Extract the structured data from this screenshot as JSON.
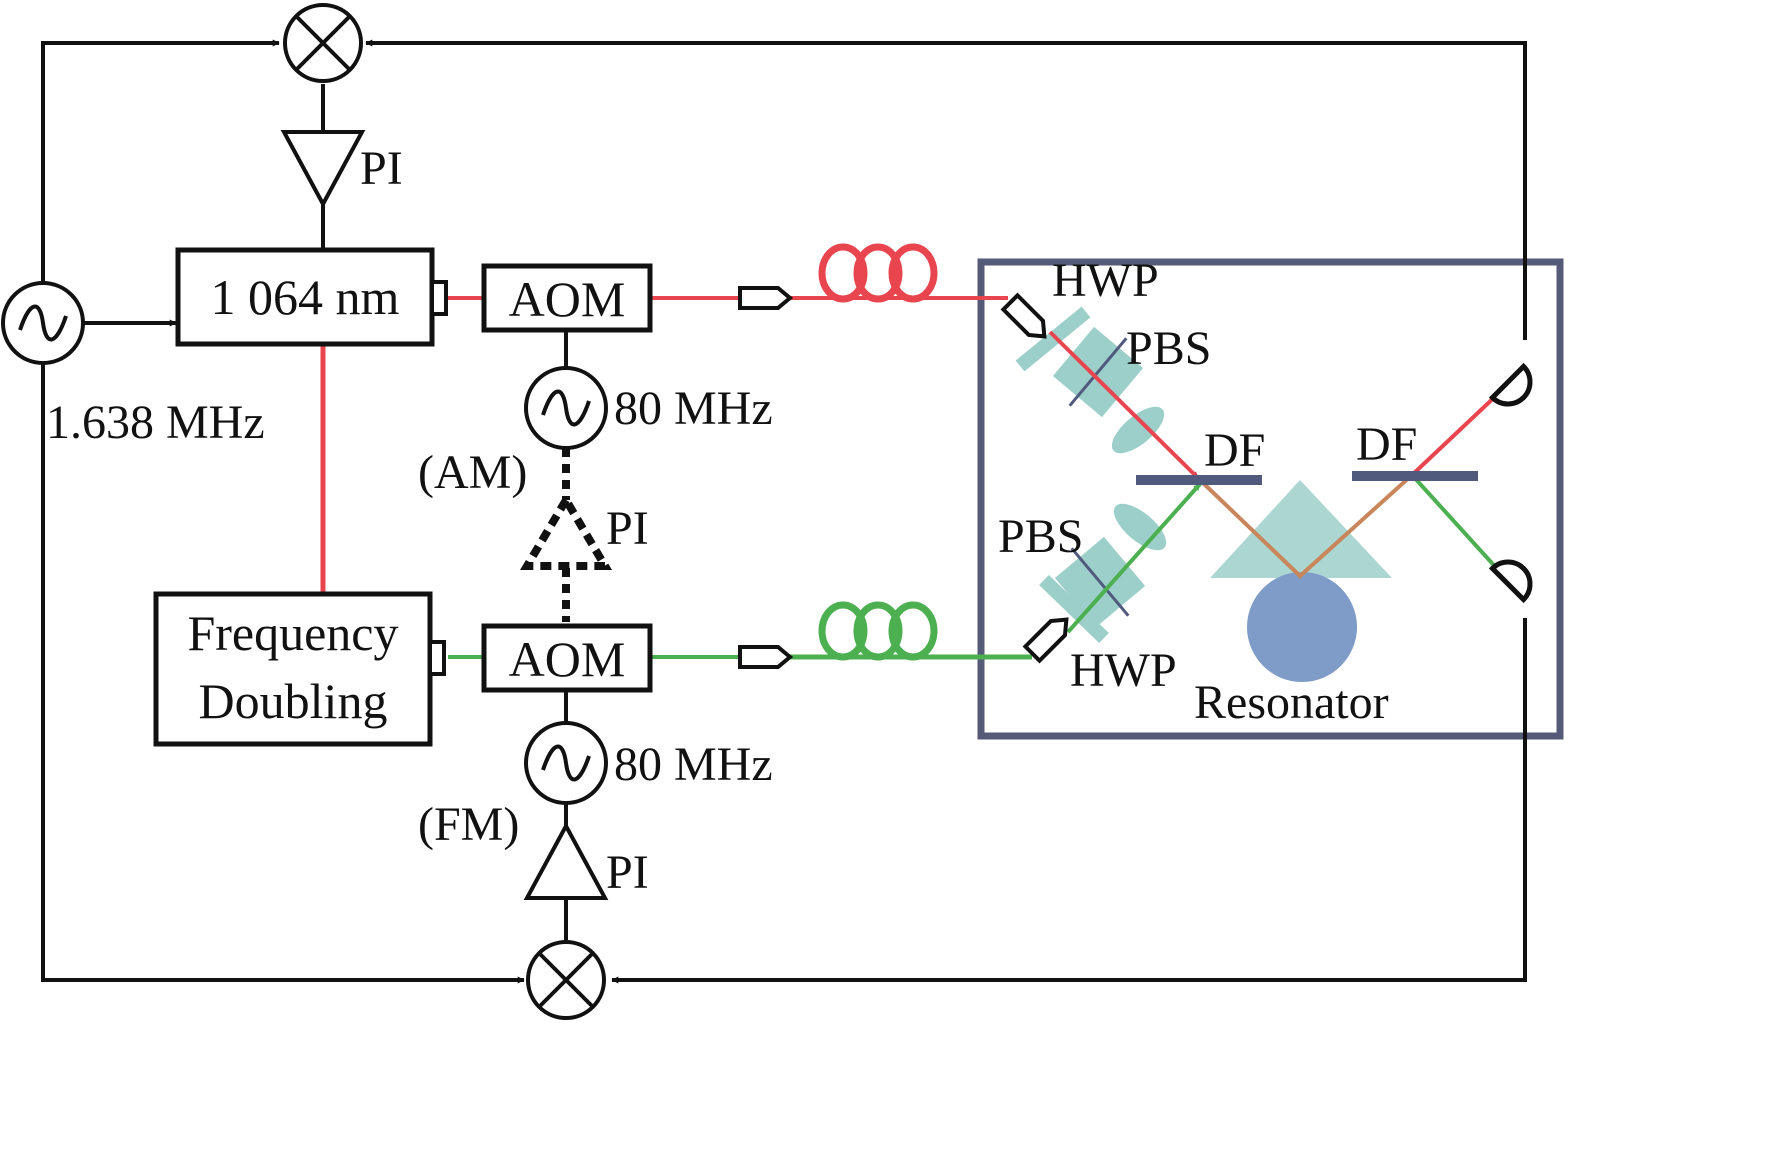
{
  "labels": {
    "laser": "1 064 nm",
    "frequency_doubling_line1": "Frequency",
    "frequency_doubling_line2": "Doubling",
    "aom_top": "AOM",
    "aom_bottom": "AOM",
    "pi_top": "PI",
    "pi_middle": "PI",
    "pi_bottom": "PI",
    "osc_left_freq": "1.638 MHz",
    "osc_top_freq": "80 MHz",
    "osc_bottom_freq": "80 MHz",
    "am": "(AM)",
    "fm": "(FM)",
    "hwp_top": "HWP",
    "hwp_bottom": "HWP",
    "pbs_top": "PBS",
    "pbs_bottom": "PBS",
    "df_left": "DF",
    "df_right": "DF",
    "resonator": "Resonator"
  },
  "colors": {
    "red_beam": "#e8454f",
    "green_beam": "#4caf50",
    "orange_beam": "#c8865a",
    "enclosure": "#555a78",
    "optics": "#9ccfc9",
    "resonator": "#7f9cc8",
    "dichroic": "#4f5a7c",
    "wire": "#111111"
  },
  "icons": {
    "mixer": "mixer-icon",
    "oscillator": "sine-oscillator-icon",
    "amplifier": "triangle-amplifier-icon",
    "coupler": "fiber-coupler-icon",
    "fiber": "fiber-coil-icon",
    "photodetector": "photodetector-icon"
  }
}
